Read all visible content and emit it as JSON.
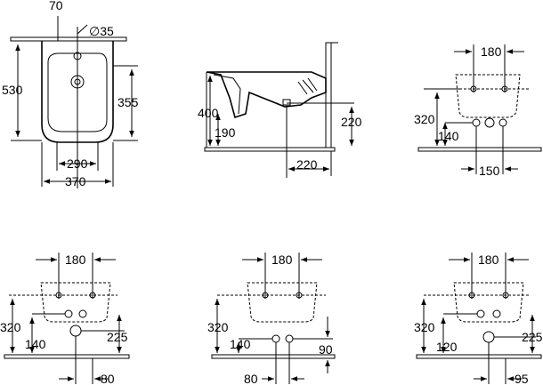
{
  "front_view": {
    "top": "70",
    "pipe": "∅35",
    "height": "530",
    "bowl": "355",
    "inner": "290",
    "width": "370"
  },
  "side_view": {
    "height": "400",
    "inlet": "190",
    "drain_h": "220",
    "drain_d": "220"
  },
  "rear_view_1": {
    "fix": "180",
    "vert": "320",
    "pipe_h": "140",
    "width": "150"
  },
  "rear_view_2": {
    "fix": "180",
    "vert": "320",
    "pipe_h": "140",
    "drain": "225",
    "offset": "80"
  },
  "rear_view_3": {
    "fix": "180",
    "vert": "320",
    "pipe_h": "140",
    "drain": "90",
    "offset": "80"
  },
  "rear_view_4": {
    "fix": "180",
    "vert": "320",
    "pipe_h": "120",
    "drain": "225",
    "offset": "95"
  }
}
